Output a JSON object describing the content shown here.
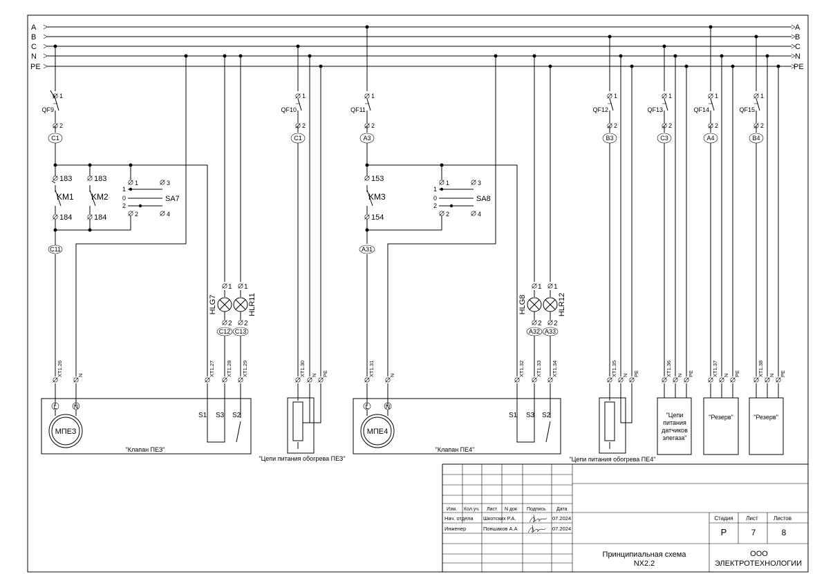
{
  "buses": {
    "left": [
      "A",
      "B",
      "C",
      "N",
      "PE"
    ],
    "right": [
      "A",
      "B",
      "C",
      "N",
      "PE"
    ]
  },
  "breakers": [
    {
      "name": "QF9",
      "pin1": "1",
      "pin2": "2",
      "out": "C1"
    },
    {
      "name": "QF10",
      "pin1": "1",
      "pin2": "2",
      "out": "C1"
    },
    {
      "name": "QF11",
      "pin1": "1",
      "pin2": "2",
      "out": "A3"
    },
    {
      "name": "QF12",
      "pin1": "1",
      "pin2": "2",
      "out": "B3"
    },
    {
      "name": "QF13",
      "pin1": "1",
      "pin2": "2",
      "out": "C3"
    },
    {
      "name": "QF14",
      "pin1": "1",
      "pin2": "2",
      "out": "A4"
    },
    {
      "name": "QF15",
      "pin1": "1",
      "pin2": "2",
      "out": "B4"
    }
  ],
  "contactors": [
    {
      "name": "KM1",
      "top": "183",
      "bottom": "184"
    },
    {
      "name": "KM2",
      "top": "183",
      "bottom": "184"
    },
    {
      "name": "KM3",
      "top": "153",
      "bottom": "154"
    }
  ],
  "markers": {
    "c11": "C11",
    "a31": "A31",
    "c12": "C12",
    "c13": "C13",
    "a32": "A32",
    "a33": "A33"
  },
  "switches": [
    {
      "name": "SA7",
      "p1": "1",
      "p2": "2",
      "p3": "3",
      "p4": "4",
      "pos1": "1",
      "pos0": "0",
      "pos2": "2"
    },
    {
      "name": "SA8",
      "p1": "1",
      "p2": "2",
      "p3": "3",
      "p4": "4",
      "pos1": "1",
      "pos0": "0",
      "pos2": "2"
    }
  ],
  "lamps": [
    {
      "name": "HLG7",
      "pin1": "1",
      "pin2": "2"
    },
    {
      "name": "HLR11",
      "pin1": "1",
      "pin2": "2"
    },
    {
      "name": "HLG8",
      "pin1": "1",
      "pin2": "2"
    },
    {
      "name": "HLR12",
      "pin1": "1",
      "pin2": "2"
    }
  ],
  "terminals": [
    "XT1.26",
    "N",
    "XT1.27",
    "XT1.28",
    "XT1.29",
    "XT1.30",
    "N",
    "PE",
    "XT1.31",
    "N",
    "XT1.32",
    "XT1.33",
    "XT1.34",
    "XT1.35",
    "N",
    "PE",
    "XT1.36",
    "N",
    "PE",
    "XT1.37",
    "N",
    "PE",
    "XT1.38",
    "N",
    "PE"
  ],
  "loads": {
    "valve1": {
      "caption": "\"Клапан ПЕЗ\"",
      "motor": "МПЕЗ",
      "l": "L",
      "n": "N",
      "s1": "S1",
      "s3": "S3",
      "s2": "S2"
    },
    "heat1": {
      "caption": "\"Цепи питания обогрева ПЕЗ\""
    },
    "valve2": {
      "caption": "\"Клапан ПЕ4\"",
      "motor": "МПЕ4",
      "l": "L",
      "n": "N",
      "s1": "S1",
      "s3": "S3",
      "s2": "S2"
    },
    "heat2": {
      "caption": "\"Цепи питания обогрева ПЕ4\""
    },
    "sensors": [
      "\"Цепи",
      "питания",
      "датчиков",
      "элегаза\""
    ],
    "reserve1": "\"Резерв\"",
    "reserve2": "\"Резерв\""
  },
  "title_block": {
    "headers": [
      "Изм.",
      "Кол.уч.",
      "Лист",
      "N док",
      "Подпись",
      "Дата"
    ],
    "rows": [
      {
        "role": "Нач. отдела",
        "name": "Шкотских Р.А.",
        "date": "07.2024"
      },
      {
        "role": "Инженер",
        "name": "Поншаков А.А",
        "date": "07.2024"
      }
    ],
    "stage_label": "Стадия",
    "sheet_label": "Лист",
    "sheets_label": "Листов",
    "stage": "Р",
    "sheet": "7",
    "sheets": "8",
    "doc_title": "Принципиальная схема",
    "doc_code": "NX2.2",
    "company_line1": "ООО",
    "company_line2": "ЭЛЕКТРОТЕХНОЛОГИИ"
  }
}
